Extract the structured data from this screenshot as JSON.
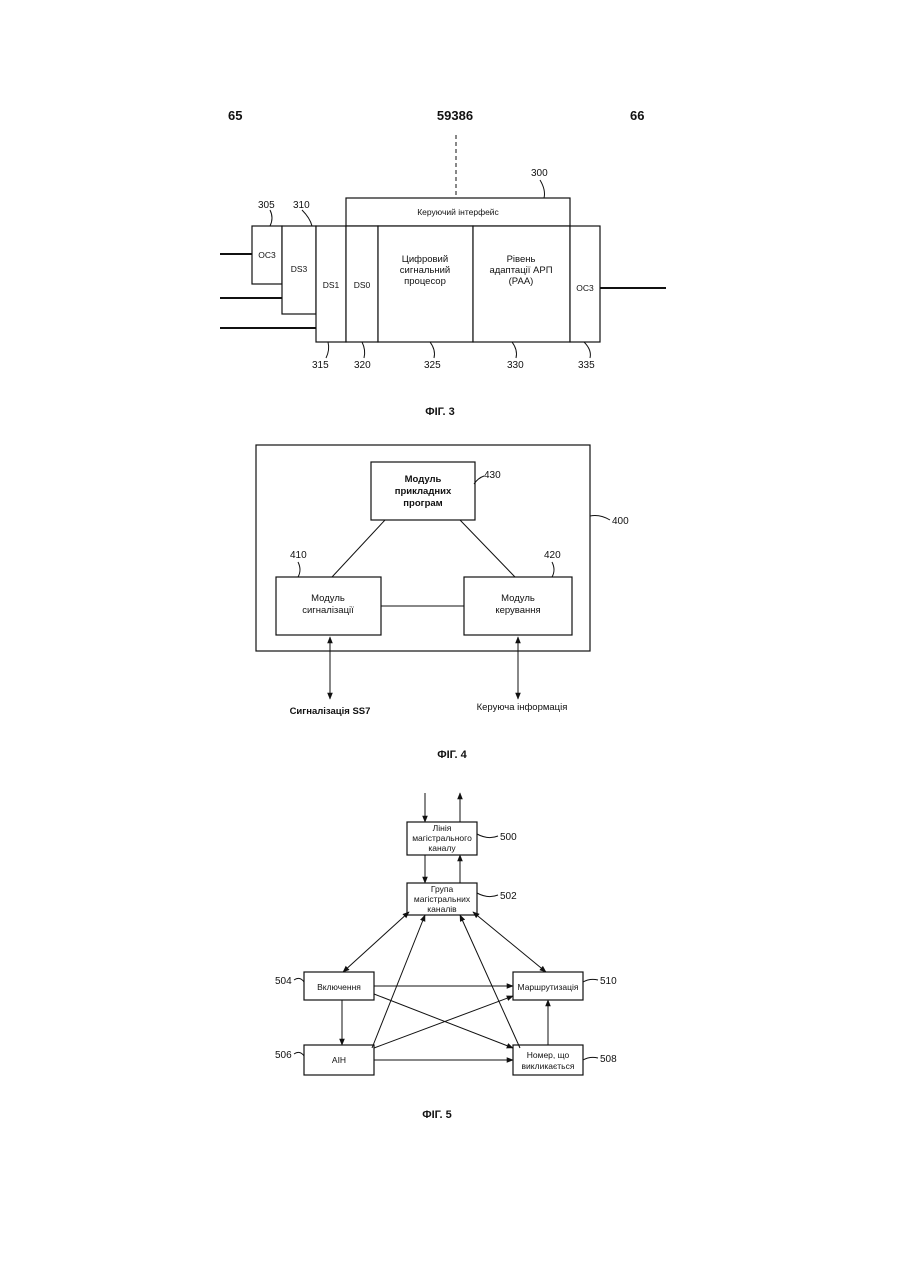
{
  "header": {
    "left": "65",
    "center": "59386",
    "right": "66"
  },
  "fig3": {
    "caption": "ФІГ. 3",
    "control_interface": "Керуючий інтерфейс",
    "blocks": {
      "oc3_left": "OC3",
      "ds3": "DS3",
      "ds1": "DS1",
      "ds0": "DS0",
      "dsp": [
        "Цифровий",
        "сигнальний",
        "процесор"
      ],
      "aal": [
        "Рівень",
        "адаптації АРП",
        "(РАА)"
      ],
      "oc3_right": "OC3"
    },
    "refs": {
      "r300": "300",
      "r305": "305",
      "r310": "310",
      "r315": "315",
      "r320": "320",
      "r325": "325",
      "r330": "330",
      "r335": "335"
    }
  },
  "fig4": {
    "caption": "ФІГ. 4",
    "app_module": [
      "Модуль",
      "прикладних",
      "програм"
    ],
    "signal_module": [
      "Модуль",
      "сигналізації"
    ],
    "control_module": [
      "Модуль",
      "керування"
    ],
    "ss7": "Сигналізація SS7",
    "control_info": "Керуюча інформація",
    "refs": {
      "r400": "400",
      "r410": "410",
      "r420": "420",
      "r430": "430"
    }
  },
  "fig5": {
    "caption": "ФІГ. 5",
    "trunk_line": [
      "Лінія",
      "магістрального",
      "каналу"
    ],
    "trunk_group": [
      "Група",
      "магістральних",
      "каналів"
    ],
    "inclusion": "Включення",
    "ani": "АІН",
    "routing": "Маршрутизація",
    "called_number": [
      "Номер, що",
      "викликається"
    ],
    "refs": {
      "r500": "500",
      "r502": "502",
      "r504": "504",
      "r506": "506",
      "r508": "508",
      "r510": "510"
    }
  }
}
